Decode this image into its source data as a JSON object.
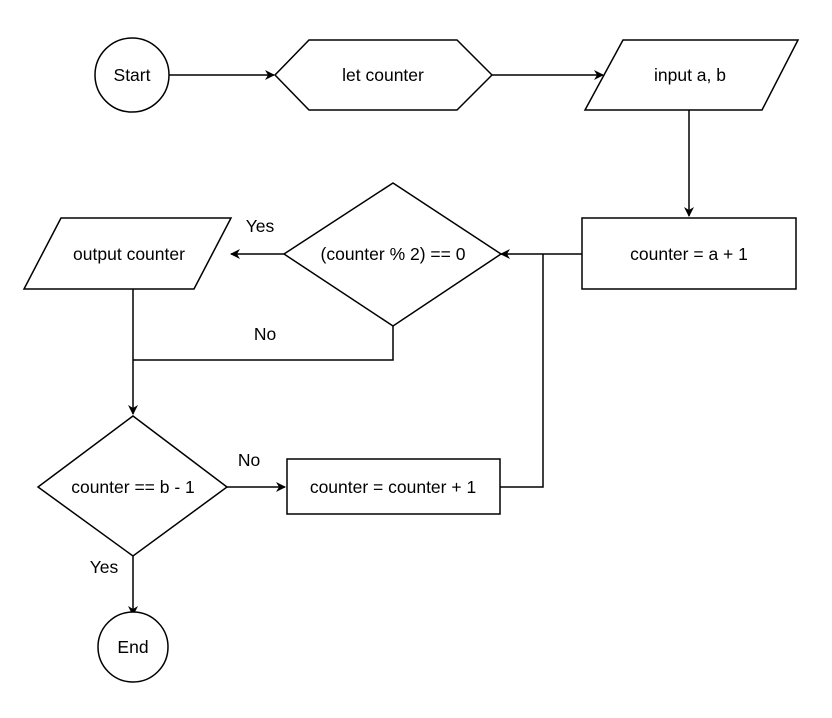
{
  "nodes": {
    "start": "Start",
    "let_counter": "let counter",
    "input": "input a, b",
    "assign_counter": "counter = a + 1",
    "condition_even": "(counter % 2) == 0",
    "output": "output counter",
    "condition_end": "counter == b - 1",
    "increment": "counter = counter + 1",
    "end": "End"
  },
  "edge_labels": {
    "even_yes": "Yes",
    "even_no": "No",
    "end_no": "No",
    "end_yes": "Yes"
  }
}
